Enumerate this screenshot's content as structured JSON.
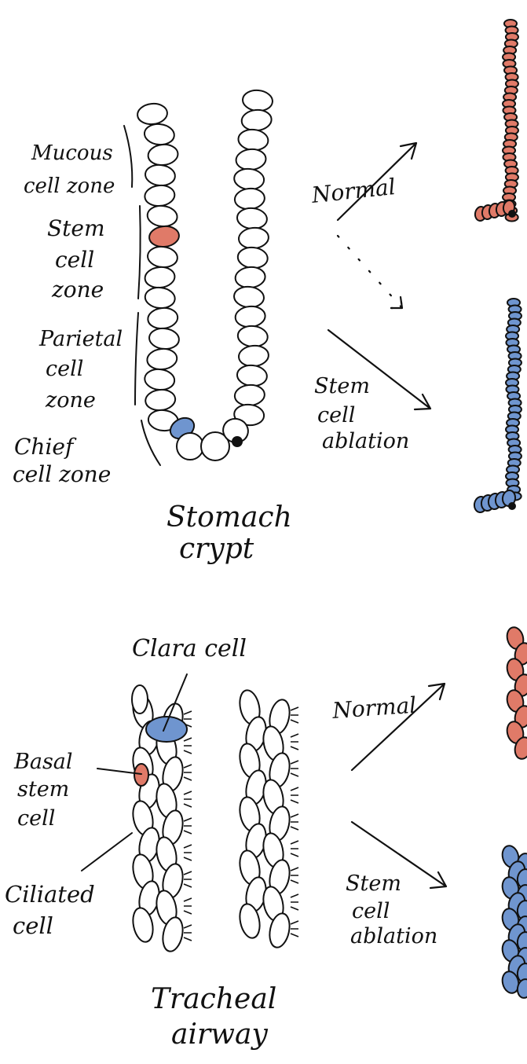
{
  "panels": {
    "stomach": {
      "title": [
        "Stomach",
        "crypt"
      ],
      "zones": [
        {
          "id": "mucous",
          "lines": [
            "Mucous",
            "cell zone"
          ]
        },
        {
          "id": "stem",
          "lines": [
            "Stem",
            "cell",
            "zone"
          ]
        },
        {
          "id": "parietal",
          "lines": [
            "Parietal",
            "cell",
            "zone"
          ]
        },
        {
          "id": "chief",
          "lines": [
            "Chief",
            "cell zone"
          ]
        }
      ],
      "arrow_normal_label": "Normal",
      "arrow_ablation_label": [
        "Stem",
        "cell",
        "ablation"
      ]
    },
    "trachea": {
      "title": [
        "Tracheal",
        "airway"
      ],
      "cell_labels": {
        "clara": "Clara cell",
        "basal": [
          "Basal",
          "stem",
          "cell"
        ],
        "ciliated": [
          "Ciliated",
          "cell"
        ]
      },
      "arrow_normal_label": "Normal",
      "arrow_ablation_label": [
        "Stem",
        "cell",
        "ablation"
      ]
    }
  },
  "colors": {
    "ink": "#111111",
    "stem_cell_red": "#e07a68",
    "ablation_blue": "#6f95cf",
    "background": "#ffffff"
  }
}
